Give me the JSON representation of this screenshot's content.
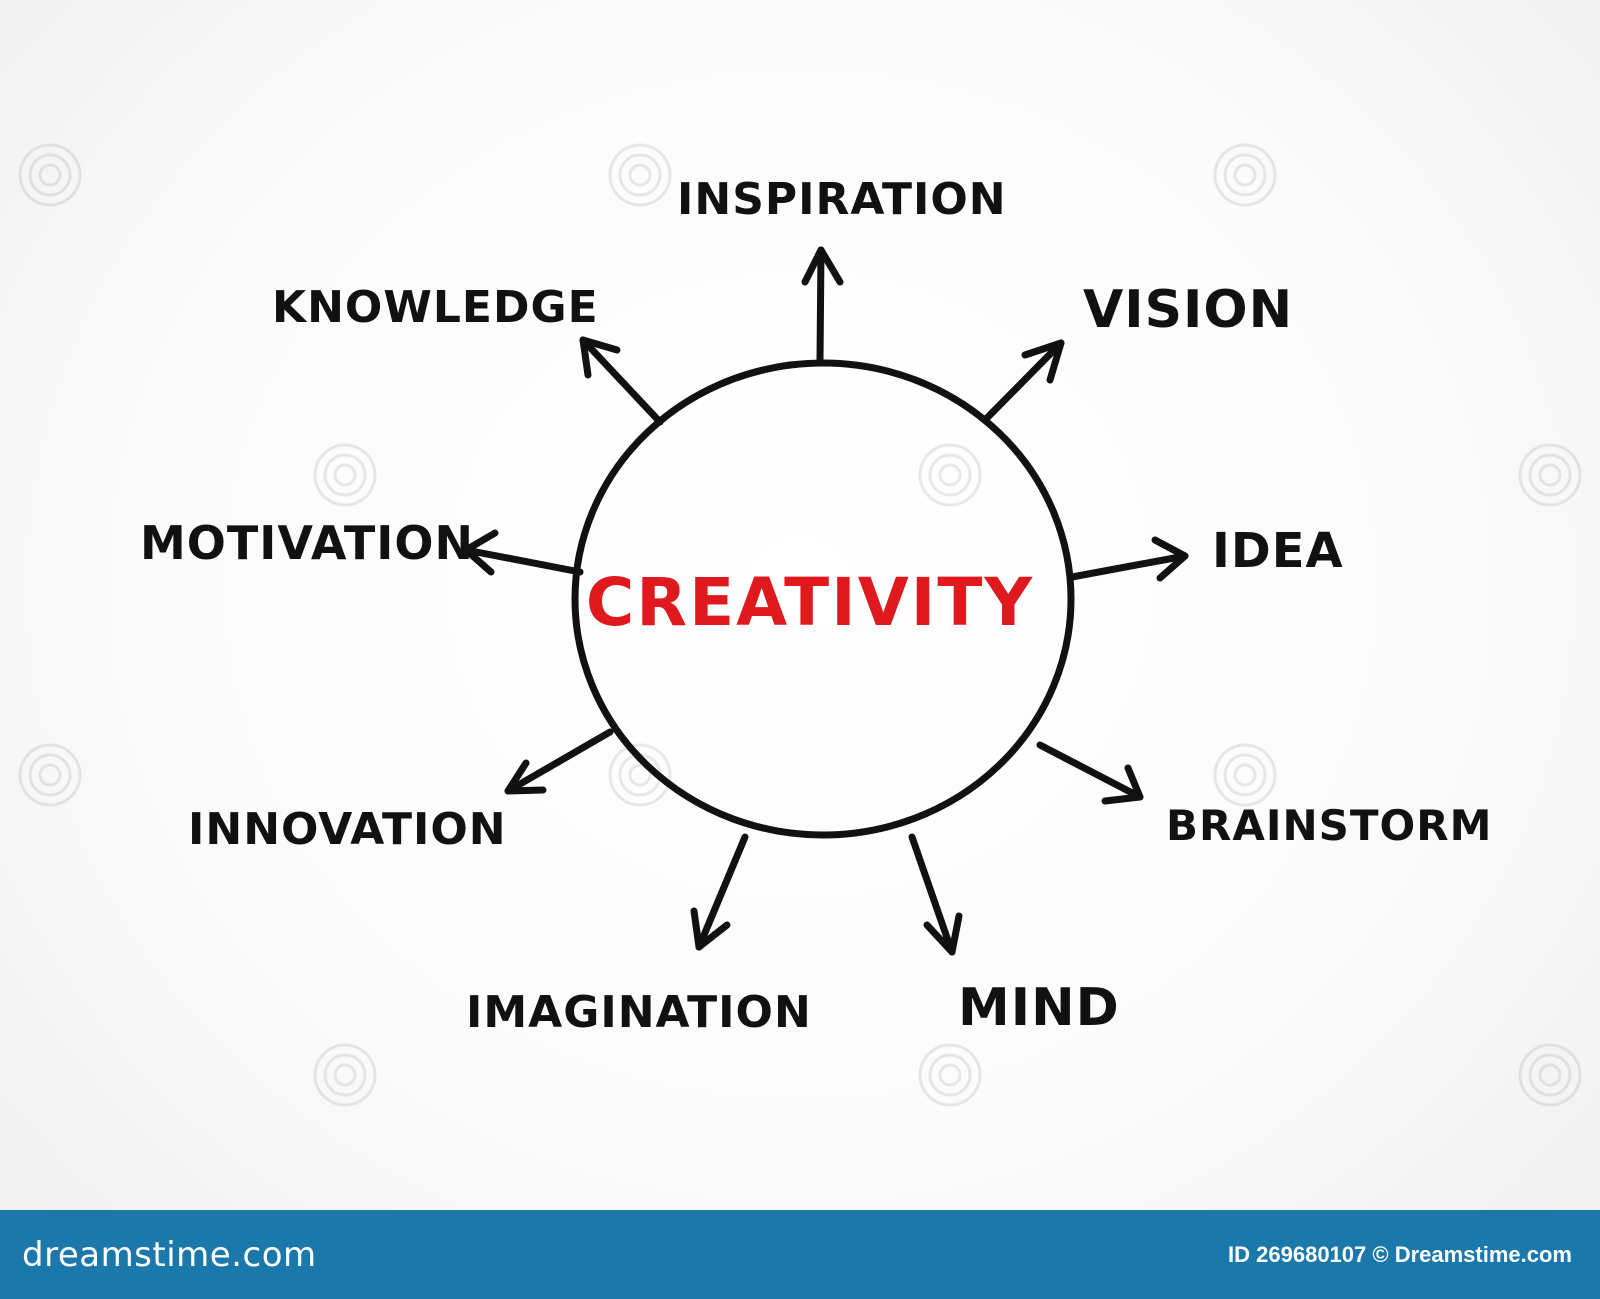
{
  "diagram": {
    "center": "CREATIVITY",
    "branches": [
      {
        "id": "inspiration",
        "label": "INSPIRATION"
      },
      {
        "id": "vision",
        "label": "VISION"
      },
      {
        "id": "idea",
        "label": "IDEA"
      },
      {
        "id": "brainstorm",
        "label": "BRAINSTORM"
      },
      {
        "id": "mind",
        "label": "MIND"
      },
      {
        "id": "imagination",
        "label": "IMAGINATION"
      },
      {
        "id": "innovation",
        "label": "INNOVATION"
      },
      {
        "id": "motivation",
        "label": "MOTIVATION"
      },
      {
        "id": "knowledge",
        "label": "KNOWLEDGE"
      }
    ]
  },
  "footer": {
    "logo_text": "dreamstime.com",
    "id_text": "ID 269680107 © Dreamstime.com"
  },
  "colors": {
    "center_text": "#e0191e",
    "stroke": "#111111",
    "footer_bg": "#1a78aa"
  }
}
